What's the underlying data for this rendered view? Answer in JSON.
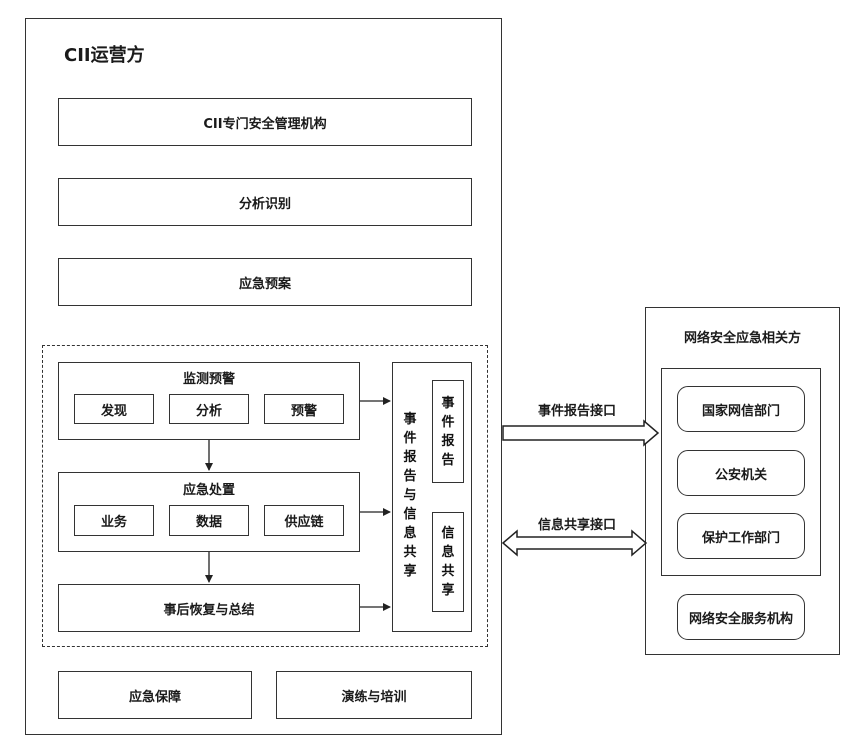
{
  "operator": {
    "title": "CII运营方",
    "boxes": {
      "mgmt": "CII专门安全管理机构",
      "analysis": "分析识别",
      "plan": "应急预案",
      "guarantee": "应急保障",
      "drill": "演练与培训"
    },
    "monitor": {
      "title": "监测预警",
      "items": [
        "发现",
        "分析",
        "预警"
      ]
    },
    "response": {
      "title": "应急处置",
      "items": [
        "业务",
        "数据",
        "供应链"
      ]
    },
    "recovery": "事后恢复与总结",
    "sharing": {
      "title": "事件报告与信息共享",
      "report": "事件报告",
      "info": "信息共享"
    }
  },
  "interfaces": {
    "report": "事件报告接口",
    "share": "信息共享接口"
  },
  "parties": {
    "title": "网络安全应急相关方",
    "items": [
      "国家网信部门",
      "公安机关",
      "保护工作部门"
    ],
    "service": "网络安全服务机构"
  }
}
